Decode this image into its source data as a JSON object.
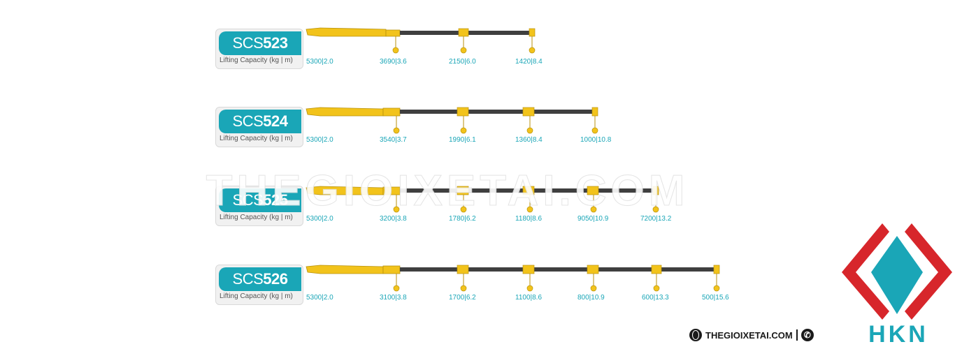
{
  "cap_label": "Lifting Capacity (kg | m)",
  "models": [
    {
      "prefix": "SCS",
      "number": "523",
      "capacities": [
        "5300|2.0",
        "3690|3.6",
        "2150|6.0",
        "1420|8.4"
      ]
    },
    {
      "prefix": "SCS",
      "number": "524",
      "capacities": [
        "5300|2.0",
        "3540|3.7",
        "1990|6.1",
        "1360|8.4",
        "1000|10.8"
      ]
    },
    {
      "prefix": "SCS",
      "number": "525",
      "capacities": [
        "5300|2.0",
        "3200|3.8",
        "1780|6.2",
        "1180|8.6",
        "9050|10.9",
        "7200|13.2"
      ]
    },
    {
      "prefix": "SCS",
      "number": "526",
      "capacities": [
        "5300|2.0",
        "3100|3.8",
        "1700|6.2",
        "1100|8.6",
        "800|10.9",
        "600|13.3",
        "500|15.6"
      ]
    }
  ],
  "watermark": "THEGIOIXETAI.COM",
  "footer": {
    "site": "THEGIOIXETAI.COM",
    "globe_icon": "globe-icon",
    "phone_icon": "phone-icon"
  },
  "logo": {
    "text": "HKN",
    "colors": {
      "red": "#d7262b",
      "teal": "#1aa6b7"
    }
  },
  "colors": {
    "accent": "#1aa6b7",
    "boom_yellow": "#f2c31b",
    "boom_dark": "#3f3f3f"
  }
}
